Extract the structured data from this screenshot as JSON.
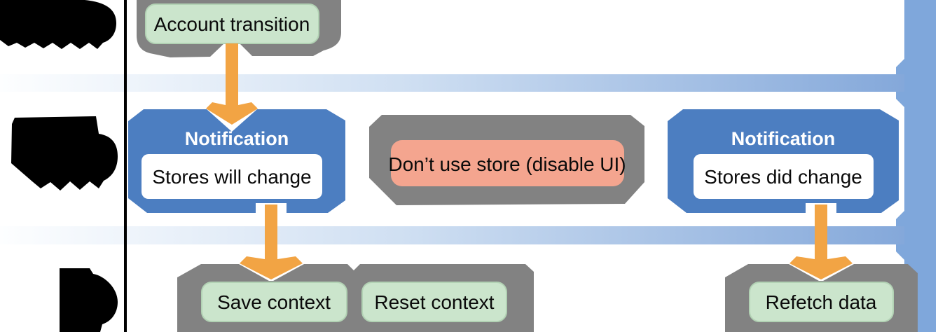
{
  "figure": {
    "kind": "swimlane-flow-diagram",
    "background": "#ffffff"
  },
  "lanes": {
    "separator_line_color": "#000000",
    "redacted_label_color": "#000000",
    "timeline_band_gradient": [
      "#fdfeff",
      "#cfdff2",
      "#84a8da"
    ],
    "timeline_bar_color": "#7fa7db"
  },
  "nodes": {
    "account_transition": {
      "label": "Account transition"
    },
    "notification_will": {
      "title": "Notification",
      "label": "Stores will change"
    },
    "dont_use_store": {
      "label": "Don’t use store (disable UI)"
    },
    "notification_did": {
      "title": "Notification",
      "label": "Stores did change"
    },
    "save_context": {
      "label": "Save context"
    },
    "reset_context": {
      "label": "Reset context"
    },
    "refetch_data": {
      "label": "Refetch data"
    }
  },
  "colors": {
    "notification_blue": "#4c7ec1",
    "container_gray": "#828282",
    "action_green": "#cbe5cc",
    "warning_salmon": "#f4a58f",
    "arrow_orange": "#f2a444",
    "timeline_blue": "#7fa7db",
    "text_dark": "#000000",
    "text_light": "#ffffff"
  }
}
